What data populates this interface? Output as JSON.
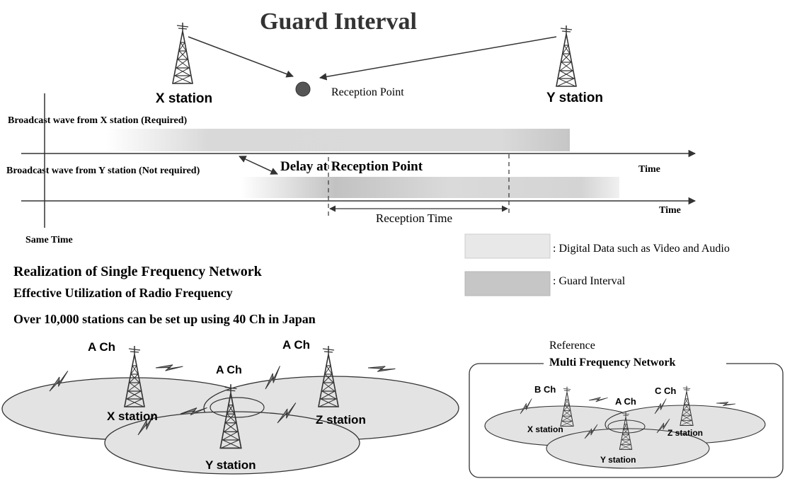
{
  "title": "Guard Interval",
  "stations": {
    "x": "X station",
    "y": "Y station",
    "reception_point": "Reception Point"
  },
  "timeline": {
    "wave_x_label": "Broadcast wave from X station (Required)",
    "wave_y_label": "Broadcast wave from Y station (Not required)",
    "delay_label": "Delay at Reception Point",
    "time_label": "Time",
    "reception_time_label": "Reception Time",
    "same_time_label": "Same Time"
  },
  "legend": {
    "digital_data": ": Digital Data such as Video and Audio",
    "guard_interval": ": Guard Interval"
  },
  "sfn": {
    "heading": "Realization of Single Frequency Network",
    "line2": "Effective Utilization of Radio Frequency",
    "line3": "Over 10,000 stations can be set up using 40 Ch in Japan",
    "channel_a": "A Ch",
    "x_station": "X station",
    "y_station": "Y station",
    "z_station": "Z station"
  },
  "mfn": {
    "reference": "Reference",
    "title": "Multi Frequency Network",
    "channel_a": "A Ch",
    "channel_b": "B Ch",
    "channel_c": "C Ch",
    "x_station": "X station",
    "y_station": "Y station",
    "z_station": "Z station"
  },
  "colors": {
    "digital_data": "#dcdcdc",
    "guard_interval": "#bdbdbd",
    "dot": "#555555",
    "ellipse_fill": "#e3e3e3"
  }
}
